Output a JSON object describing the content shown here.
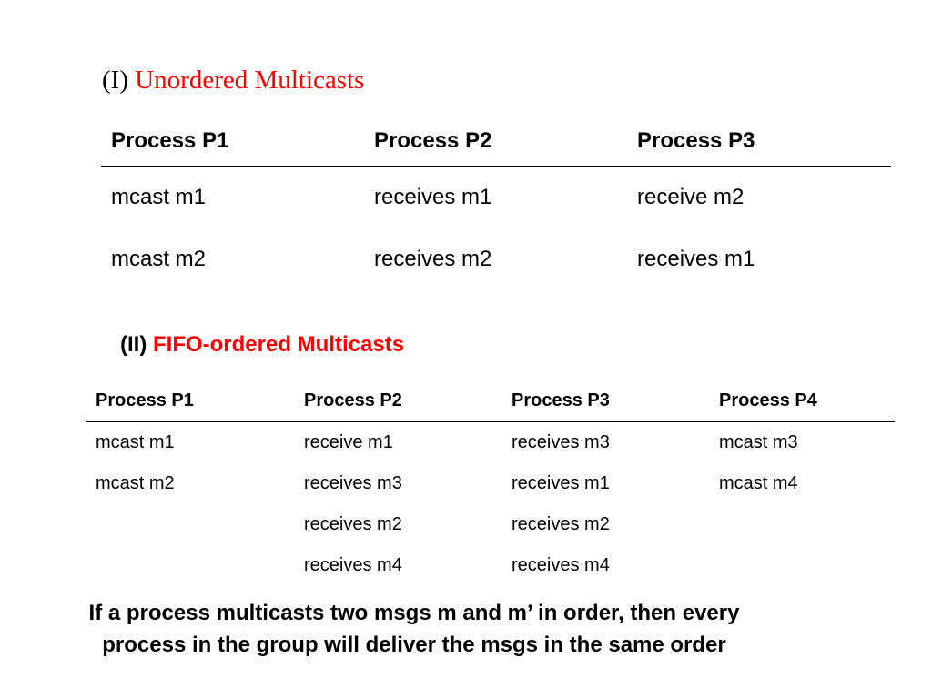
{
  "section1": {
    "prefix": "(I)",
    "title": "Unordered Multicasts",
    "headers": [
      "Process P1",
      "Process P2",
      "Process P3"
    ],
    "rows": [
      [
        "mcast m1",
        "receives m1",
        "receive m2"
      ],
      [
        "mcast m2",
        "receives m2",
        "receives m1"
      ]
    ]
  },
  "section2": {
    "prefix": "(II)",
    "title": "FIFO-ordered Multicasts",
    "headers": [
      "Process P1",
      "Process P2",
      "Process P3",
      "Process P4"
    ],
    "rows": [
      [
        "mcast m1",
        "receive m1",
        "receives m3",
        "mcast m3"
      ],
      [
        "mcast m2",
        "receives m3",
        "receives m1",
        "mcast m4"
      ],
      [
        "",
        "receives m2",
        "receives m2",
        ""
      ],
      [
        "",
        "receives m4",
        "receives m4",
        ""
      ]
    ]
  },
  "footnote": {
    "line1": "If a process multicasts two msgs m and m’ in order, then every",
    "line2": "process in the group will deliver the msgs in the same order"
  },
  "colors": {
    "title_accent": "#ff0000",
    "text": "#000000",
    "background": "#ffffff"
  }
}
